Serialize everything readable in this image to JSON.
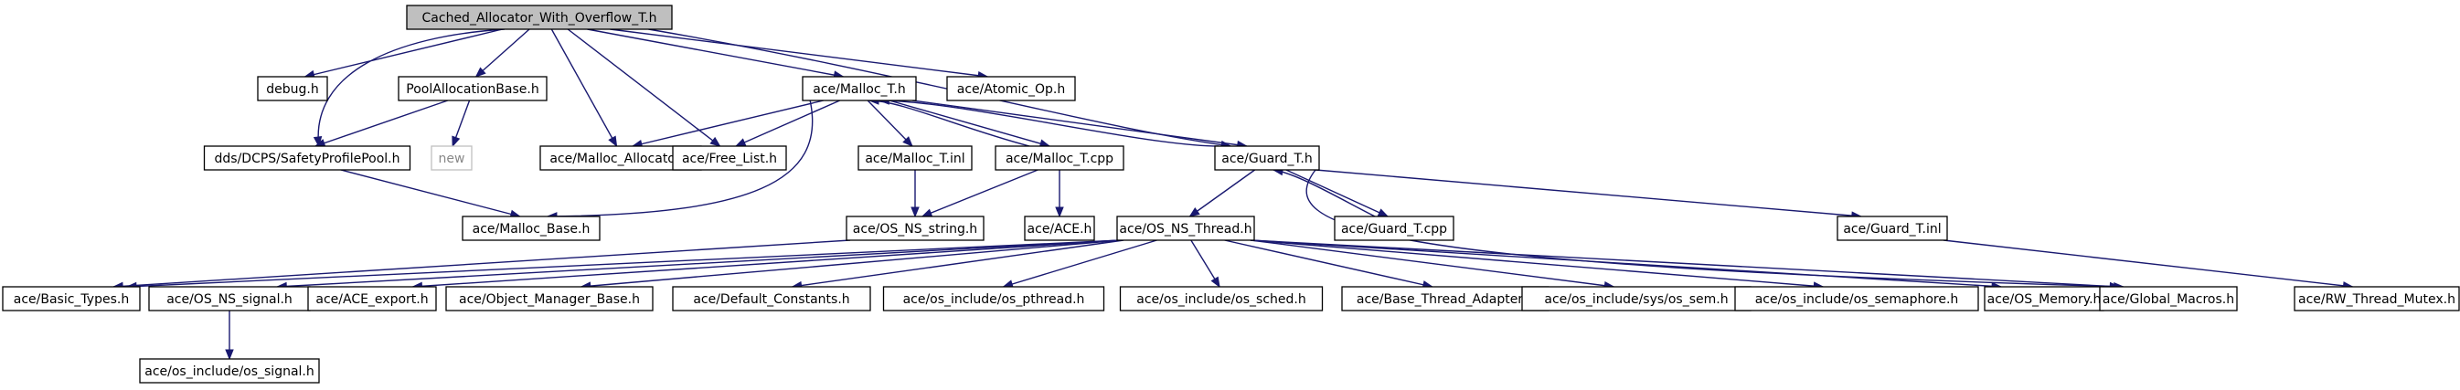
{
  "graph": {
    "colors": {
      "edge": "#191970",
      "root_fill": "#bfbfbf",
      "node_border": "#000000",
      "ghost_border": "#bfbfbf"
    },
    "nodes": [
      {
        "id": "root",
        "label": "Cached_Allocator_With_Overflow_T.h",
        "kind": "root"
      },
      {
        "id": "debug",
        "label": "debug.h"
      },
      {
        "id": "pab",
        "label": "PoolAllocationBase.h"
      },
      {
        "id": "mallocT",
        "label": "ace/Malloc_T.h"
      },
      {
        "id": "atomic",
        "label": "ace/Atomic_Op.h"
      },
      {
        "id": "spp",
        "label": "dds/DCPS/SafetyProfilePool.h"
      },
      {
        "id": "new",
        "label": "new",
        "kind": "ghost"
      },
      {
        "id": "mallocAlloc",
        "label": "ace/Malloc_Allocator.h"
      },
      {
        "id": "freelist",
        "label": "ace/Free_List.h"
      },
      {
        "id": "mallocInl",
        "label": "ace/Malloc_T.inl"
      },
      {
        "id": "mallocCpp",
        "label": "ace/Malloc_T.cpp"
      },
      {
        "id": "guardT",
        "label": "ace/Guard_T.h"
      },
      {
        "id": "mallocBase",
        "label": "ace/Malloc_Base.h"
      },
      {
        "id": "nsString",
        "label": "ace/OS_NS_string.h"
      },
      {
        "id": "aceH",
        "label": "ace/ACE.h"
      },
      {
        "id": "nsThread",
        "label": "ace/OS_NS_Thread.h"
      },
      {
        "id": "guardCpp",
        "label": "ace/Guard_T.cpp"
      },
      {
        "id": "guardInl",
        "label": "ace/Guard_T.inl"
      },
      {
        "id": "basicTypes",
        "label": "ace/Basic_Types.h"
      },
      {
        "id": "nsSignal",
        "label": "ace/OS_NS_signal.h"
      },
      {
        "id": "aceExport",
        "label": "ace/ACE_export.h"
      },
      {
        "id": "objMgr",
        "label": "ace/Object_Manager_Base.h"
      },
      {
        "id": "defConst",
        "label": "ace/Default_Constants.h"
      },
      {
        "id": "pthread",
        "label": "ace/os_include/os_pthread.h"
      },
      {
        "id": "sched",
        "label": "ace/os_include/os_sched.h"
      },
      {
        "id": "bta",
        "label": "ace/Base_Thread_Adapter.h"
      },
      {
        "id": "syssem",
        "label": "ace/os_include/sys/os_sem.h"
      },
      {
        "id": "semaphore",
        "label": "ace/os_include/os_semaphore.h"
      },
      {
        "id": "osMemory",
        "label": "ace/OS_Memory.h"
      },
      {
        "id": "globalMacros",
        "label": "ace/Global_Macros.h"
      },
      {
        "id": "rwMutex",
        "label": "ace/RW_Thread_Mutex.h"
      },
      {
        "id": "osSignal",
        "label": "ace/os_include/os_signal.h"
      }
    ],
    "edges": [
      [
        "root",
        "debug"
      ],
      [
        "root",
        "pab"
      ],
      [
        "root",
        "spp"
      ],
      [
        "root",
        "mallocAlloc"
      ],
      [
        "root",
        "freelist"
      ],
      [
        "root",
        "mallocT"
      ],
      [
        "root",
        "atomic"
      ],
      [
        "root",
        "guardT"
      ],
      [
        "pab",
        "spp"
      ],
      [
        "pab",
        "new"
      ],
      [
        "spp",
        "mallocBase"
      ],
      [
        "mallocT",
        "mallocAlloc"
      ],
      [
        "mallocT",
        "freelist"
      ],
      [
        "mallocT",
        "mallocBase"
      ],
      [
        "mallocT",
        "mallocInl"
      ],
      [
        "mallocT",
        "mallocCpp"
      ],
      [
        "mallocT",
        "guardT"
      ],
      [
        "mallocCpp",
        "mallocT"
      ],
      [
        "mallocCpp",
        "nsString"
      ],
      [
        "mallocCpp",
        "aceH"
      ],
      [
        "mallocInl",
        "nsString"
      ],
      [
        "guardT",
        "mallocT"
      ],
      [
        "guardT",
        "nsThread"
      ],
      [
        "guardT",
        "guardCpp"
      ],
      [
        "guardT",
        "guardInl"
      ],
      [
        "guardT",
        "globalMacros"
      ],
      [
        "guardCpp",
        "guardT"
      ],
      [
        "guardInl",
        "rwMutex"
      ],
      [
        "nsString",
        "basicTypes"
      ],
      [
        "nsSignal",
        "osSignal"
      ],
      [
        "nsThread",
        "basicTypes"
      ],
      [
        "nsThread",
        "nsSignal"
      ],
      [
        "nsThread",
        "aceExport"
      ],
      [
        "nsThread",
        "objMgr"
      ],
      [
        "nsThread",
        "defConst"
      ],
      [
        "nsThread",
        "pthread"
      ],
      [
        "nsThread",
        "sched"
      ],
      [
        "nsThread",
        "bta"
      ],
      [
        "nsThread",
        "syssem"
      ],
      [
        "nsThread",
        "semaphore"
      ],
      [
        "nsThread",
        "osMemory"
      ],
      [
        "nsThread",
        "globalMacros"
      ]
    ]
  }
}
